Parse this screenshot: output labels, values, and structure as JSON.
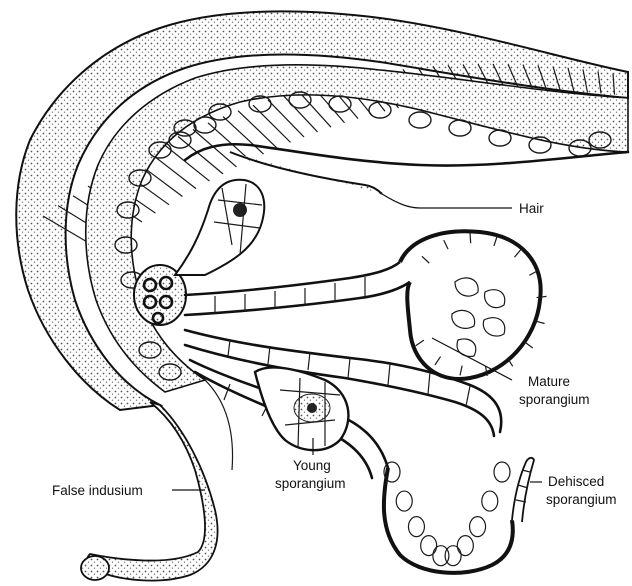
{
  "labels": {
    "hair": "Hair",
    "mature_line1": "Mature",
    "mature_line2": "sporangium",
    "young_line1": "Young",
    "young_line2": "sporangium",
    "dehisced_line1": "Dehisced",
    "dehisced_line2": "sporangium",
    "false_indusium": "False indusium"
  },
  "colors": {
    "ink": "#111111",
    "stipple": "#cfcfcf",
    "background": "#ffffff"
  }
}
